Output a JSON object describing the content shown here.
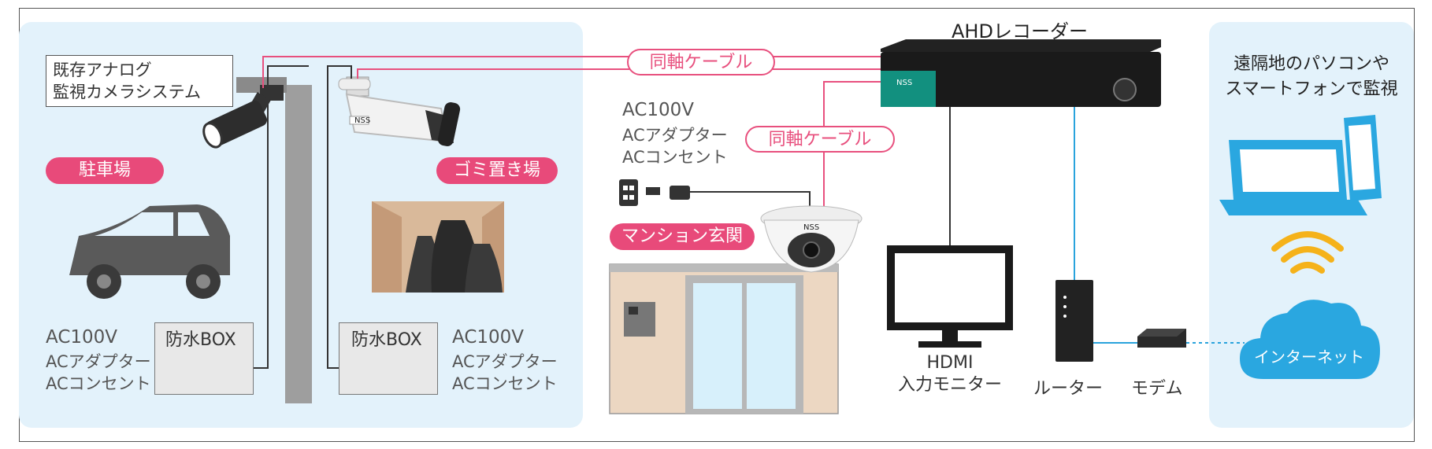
{
  "recorder": {
    "title": "AHDレコーダー",
    "brand": "NSS"
  },
  "cables": {
    "coax_top": "同軸ケーブル",
    "coax_mid": "同軸ケーブル"
  },
  "left_panel": {
    "callout_line1": "既存アナログ",
    "callout_line2": "監視カメラシステム",
    "parking_badge": "駐車場",
    "garbage_badge": "ゴミ置き場",
    "camera_brand": "NSS",
    "box_left": {
      "title": "防水BOX",
      "ac1": "AC100V",
      "ac2": "ACアダプター",
      "ac3": "ACコンセント"
    },
    "box_right": {
      "title": "防水BOX",
      "ac1": "AC100V",
      "ac2": "ACアダプター",
      "ac3": "ACコンセント"
    }
  },
  "middle": {
    "ac1": "AC100V",
    "ac2": "ACアダプター",
    "ac3": "ACコンセント",
    "entrance_badge": "マンション玄関",
    "dome_brand": "NSS"
  },
  "devices": {
    "monitor_line1": "HDMI",
    "monitor_line2": "入力モニター",
    "router": "ルーター",
    "modem": "モデム"
  },
  "right_panel": {
    "title_line1": "遠隔地のパソコンや",
    "title_line2": "スマートフォンで監視",
    "cloud": "インターネット"
  },
  "colors": {
    "panel": "#e3f2fb",
    "coax": "#e8507e",
    "badge": "#e84a7a",
    "net_blue": "#29a3dc",
    "wifi": "#f5b21a"
  }
}
